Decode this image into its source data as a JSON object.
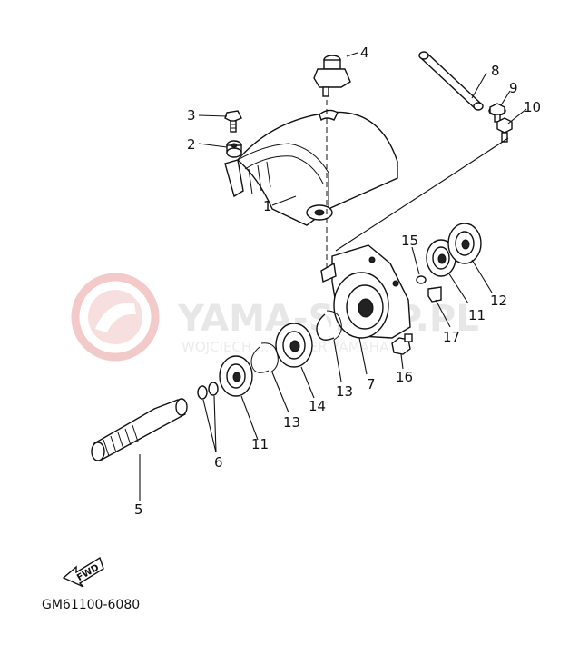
{
  "diagram_code": "GM61100-6080",
  "fwd_label": "FWD",
  "watermark": {
    "brand": "YAMA-SHOP.PL",
    "subtitle": "WOJCIECH ... DEALER YAMAHA",
    "logo_color": "#f2c4c4"
  },
  "callouts": {
    "p1": "1",
    "p2": "2",
    "p3": "3",
    "p4": "4",
    "p5": "5",
    "p6": "6",
    "p7": "7",
    "p8": "8",
    "p9": "9",
    "p10": "10",
    "p11a": "11",
    "p11b": "11",
    "p12": "12",
    "p13a": "13",
    "p13b": "13",
    "p14": "14",
    "p15": "15",
    "p16": "16",
    "p17": "17"
  }
}
